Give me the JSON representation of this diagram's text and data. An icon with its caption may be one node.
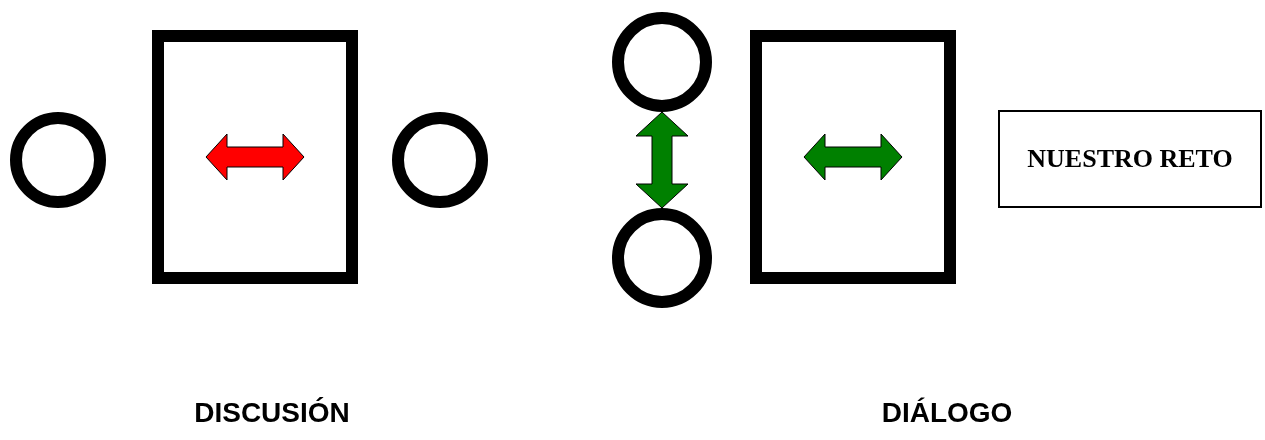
{
  "diagram": {
    "nodes": [
      {
        "text": [],
        "shape": "circle"
      },
      {
        "text": [],
        "shape": "box"
      },
      {
        "text": [],
        "shape": "circle"
      },
      {
        "text": [],
        "shape": "circle"
      },
      {
        "text": [],
        "shape": "circle"
      },
      {
        "text": [],
        "shape": "box"
      },
      {
        "text": [
          "NUESTRO RETO"
        ]
      }
    ],
    "edges": [
      {
        "from": 3,
        "to": 4,
        "arrow": "both"
      }
    ],
    "labels": [
      "DISCUSIÓN",
      "DIÁLOGO"
    ]
  }
}
